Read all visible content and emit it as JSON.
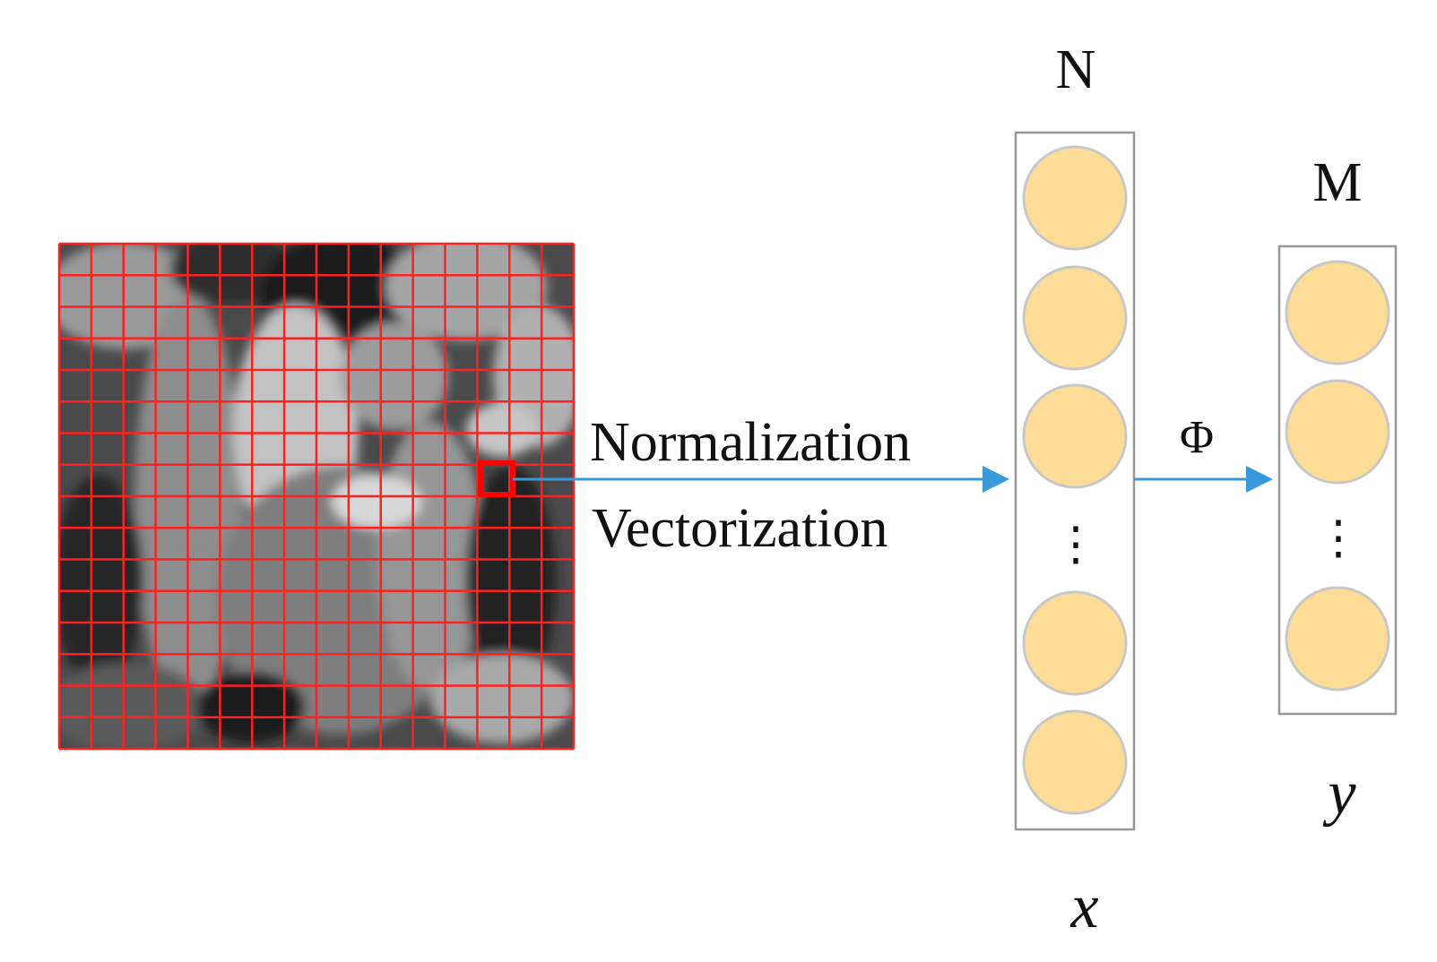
{
  "labels": {
    "n_label": "N",
    "m_label": "M",
    "normalization": "Normalization",
    "vectorization": "Vectorization",
    "phi": "Φ",
    "x_label": "x",
    "y_label": "y",
    "x_dots": "⋮",
    "y_dots": "⋮"
  },
  "colors": {
    "grid_line": "#ff2020",
    "selected_block": "#ff0000",
    "arrow": "#3a9ad9",
    "node_fill": "#fddc96",
    "node_stroke": "#c8c8c8",
    "column_border": "#999999"
  },
  "image_grid": {
    "rows": 16,
    "cols": 16
  },
  "x_vector": {
    "visible_nodes_before_dots": 3,
    "visible_nodes_after_dots": 2
  },
  "y_vector": {
    "visible_nodes_before_dots": 2,
    "visible_nodes_after_dots": 1
  }
}
